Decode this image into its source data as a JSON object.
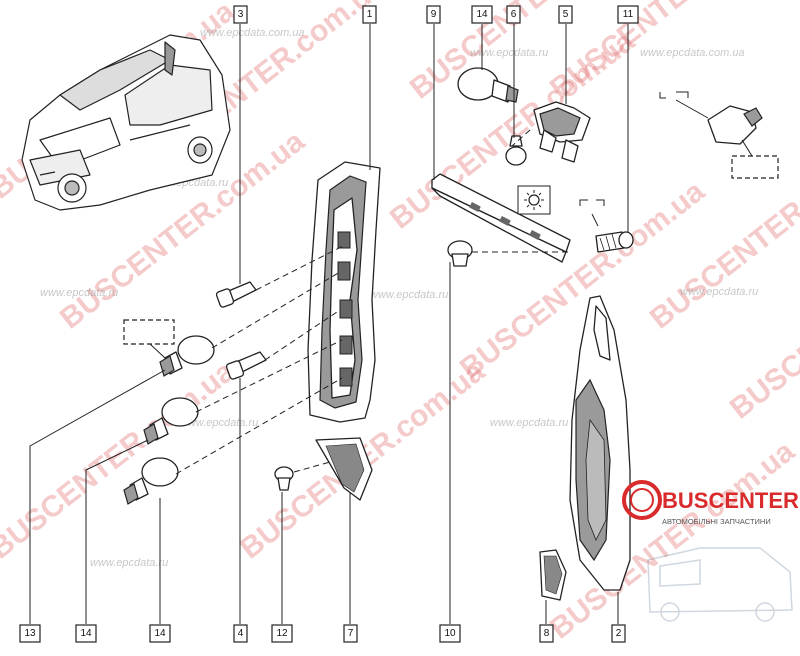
{
  "callouts": [
    {
      "id": "c3",
      "label": "3"
    },
    {
      "id": "c1",
      "label": "1"
    },
    {
      "id": "c9",
      "label": "9"
    },
    {
      "id": "c14top",
      "label": "14"
    },
    {
      "id": "c6",
      "label": "6"
    },
    {
      "id": "c5",
      "label": "5"
    },
    {
      "id": "c11",
      "label": "11"
    },
    {
      "id": "c13",
      "label": "13"
    },
    {
      "id": "c14a",
      "label": "14"
    },
    {
      "id": "c14b",
      "label": "14"
    },
    {
      "id": "c4",
      "label": "4"
    },
    {
      "id": "c12",
      "label": "12"
    },
    {
      "id": "c7",
      "label": "7"
    },
    {
      "id": "c10",
      "label": "10"
    },
    {
      "id": "c8",
      "label": "8"
    },
    {
      "id": "c2",
      "label": "2"
    }
  ],
  "watermarks": {
    "site_red": "BUSCENTER.com.ua",
    "site_gray_ru": "www.epcdata.ru",
    "site_gray_ua": "www.epcdata.com.ua"
  },
  "logo": {
    "name": "BUSCENTER",
    "subtitle": "АВТОМОБІЛЬНІ ЗАПЧАСТИНИ"
  },
  "colors": {
    "line": "#222222",
    "watermark_red": "#e06a6a",
    "logo_red": "#d92b2b"
  }
}
